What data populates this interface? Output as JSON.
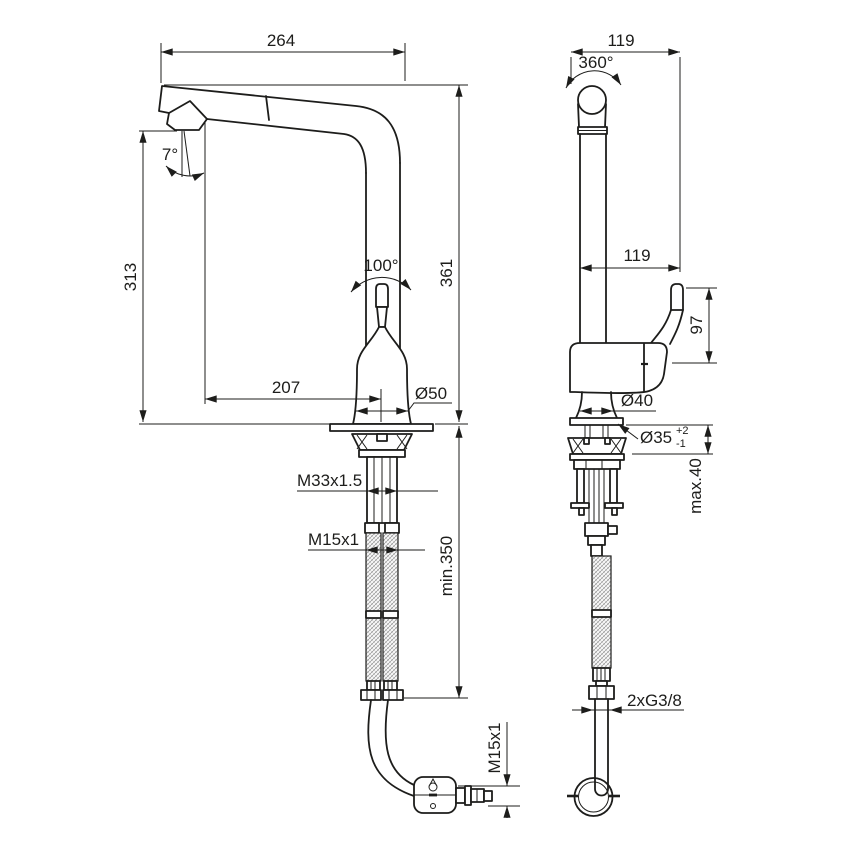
{
  "style": {
    "line_color": "#1d1d1b",
    "background": "#ffffff"
  },
  "dims": {
    "front": {
      "spout_width": "264",
      "head_angle": "7°",
      "outlet_height": "313",
      "handle_swivel": "100°",
      "total_height": "361",
      "spout_reach": "207",
      "body_diameter": "Ø50",
      "shank_thread": "M33x1.5",
      "supply_hose_thread": "M15x1",
      "hose_min_length": "min.350",
      "spray_hose_thread": "M15x1"
    },
    "side": {
      "spout_depth": "119",
      "swivel_angle": "360°",
      "handle_reach": "119",
      "handle_height": "97",
      "base_diameter": "Ø40",
      "hole_diameter": "Ø35",
      "hole_tol_plus": "+2",
      "hole_tol_minus": "-1",
      "deck_thickness_max": "max.40",
      "supply_connection": "2xG3/8"
    }
  }
}
